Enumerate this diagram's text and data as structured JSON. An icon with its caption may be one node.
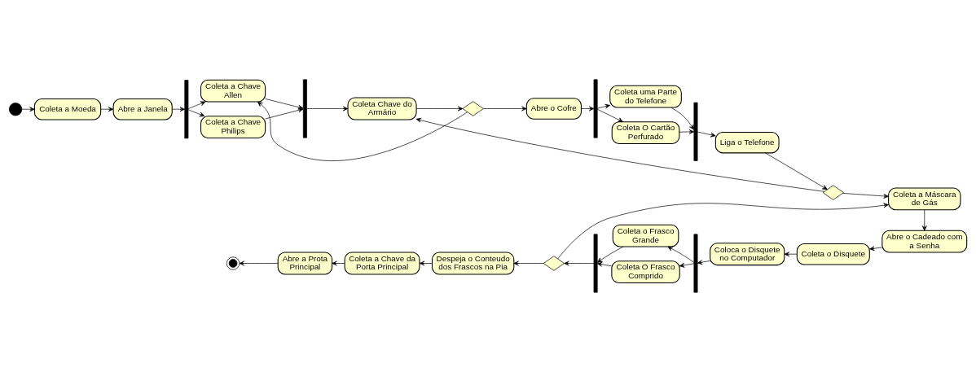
{
  "diagram": {
    "nodes": [
      {
        "text": [],
        "shape": "circle"
      },
      {
        "text": [
          "Coleta a Moeda"
        ]
      },
      {
        "text": [
          "Abre a Janela"
        ]
      },
      {
        "text": [],
        "shape": "bar"
      },
      {
        "text": [
          "Coleta a Chave Allen"
        ]
      },
      {
        "text": [
          "Coleta a Chave Philips"
        ]
      },
      {
        "text": [],
        "shape": "bar"
      },
      {
        "text": [
          "Coleta Chave do Armário"
        ]
      },
      {
        "text": [],
        "shape": "diamond"
      },
      {
        "text": [
          "Abre o Cofre"
        ]
      },
      {
        "text": [],
        "shape": "bar"
      },
      {
        "text": [
          "Coleta uma Parte do Telefone"
        ]
      },
      {
        "text": [
          "Coleta O Cartão Perfurado"
        ]
      },
      {
        "text": [],
        "shape": "bar"
      },
      {
        "text": [
          "Liga o Telefone"
        ]
      },
      {
        "text": [],
        "shape": "diamond"
      },
      {
        "text": [
          "Coleta a Máscara de Gás"
        ]
      },
      {
        "text": [
          "Abre o Cadeado com a Senha"
        ]
      },
      {
        "text": [
          "Coleta o Disquete"
        ]
      },
      {
        "text": [
          "Coloca o Disquete no Computador"
        ]
      },
      {
        "text": [],
        "shape": "bar"
      },
      {
        "text": [
          "Coleta o Frasco Grande"
        ]
      },
      {
        "text": [
          "Coleta O Frasco Comprido"
        ]
      },
      {
        "text": [],
        "shape": "bar"
      },
      {
        "text": [],
        "shape": "diamond"
      },
      {
        "text": [
          "Despeja o Conteudo dos Frascos na Pia"
        ]
      },
      {
        "text": [
          "Coleta a Chave da Porta Principal"
        ]
      },
      {
        "text": [
          "Abre a Prota Principal"
        ]
      },
      {
        "text": [],
        "shape": "bullseye"
      }
    ],
    "edges": [
      {
        "from": 0,
        "to": 1,
        "arrow": "to"
      },
      {
        "from": 1,
        "to": 2,
        "arrow": "to"
      },
      {
        "from": 2,
        "to": 3,
        "arrow": "to"
      },
      {
        "from": 3,
        "to": 4,
        "arrow": "to"
      },
      {
        "from": 3,
        "to": 5,
        "arrow": "to"
      },
      {
        "from": 4,
        "to": 6,
        "arrow": "to"
      },
      {
        "from": 5,
        "to": 6,
        "arrow": "to"
      },
      {
        "from": 6,
        "to": 7,
        "arrow": "to"
      },
      {
        "from": 7,
        "to": 8,
        "arrow": "to"
      },
      {
        "from": 8,
        "to": 4,
        "arrow": "to"
      },
      {
        "from": 8,
        "to": 9,
        "arrow": "to"
      },
      {
        "from": 9,
        "to": 10,
        "arrow": "to"
      },
      {
        "from": 10,
        "to": 11,
        "arrow": "to"
      },
      {
        "from": 10,
        "to": 12,
        "arrow": "to"
      },
      {
        "from": 11,
        "to": 13,
        "arrow": "to"
      },
      {
        "from": 12,
        "to": 13,
        "arrow": "to"
      },
      {
        "from": 13,
        "to": 14,
        "arrow": "to"
      },
      {
        "from": 14,
        "to": 15,
        "arrow": "to"
      },
      {
        "from": 15,
        "to": 7,
        "arrow": "to"
      },
      {
        "from": 15,
        "to": 16,
        "arrow": "to"
      },
      {
        "from": 16,
        "to": 17,
        "arrow": "to"
      },
      {
        "from": 17,
        "to": 18,
        "arrow": "to"
      },
      {
        "from": 18,
        "to": 19,
        "arrow": "to"
      },
      {
        "from": 19,
        "to": 20,
        "arrow": "to"
      },
      {
        "from": 20,
        "to": 21,
        "arrow": "to"
      },
      {
        "from": 20,
        "to": 22,
        "arrow": "to"
      },
      {
        "from": 21,
        "to": 23,
        "arrow": "to"
      },
      {
        "from": 22,
        "to": 23,
        "arrow": "to"
      },
      {
        "from": 23,
        "to": 24,
        "arrow": "to"
      },
      {
        "from": 24,
        "to": 16,
        "arrow": "to"
      },
      {
        "from": 24,
        "to": 25,
        "arrow": "to"
      },
      {
        "from": 25,
        "to": 26,
        "arrow": "to"
      },
      {
        "from": 26,
        "to": 27,
        "arrow": "to"
      },
      {
        "from": 27,
        "to": 28,
        "arrow": "to"
      }
    ]
  }
}
